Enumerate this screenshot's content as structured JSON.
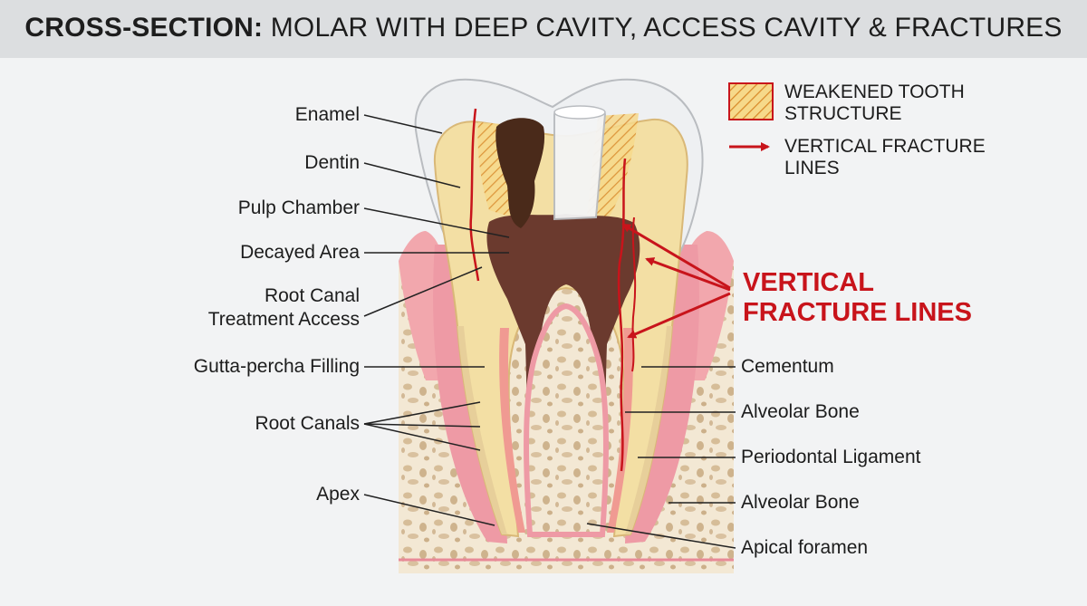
{
  "title": {
    "bold": "CROSS-SECTION:",
    "rest": " MOLAR WITH DEEP CAVITY, ACCESS CAVITY & FRACTURES"
  },
  "left_labels": [
    {
      "id": "enamel",
      "text": "Enamel"
    },
    {
      "id": "dentin",
      "text": "Dentin"
    },
    {
      "id": "pulp-chamber",
      "text": "Pulp Chamber"
    },
    {
      "id": "decayed-area",
      "text": "Decayed Area"
    },
    {
      "id": "root-canal-access",
      "text": "Root Canal\nTreatment Access"
    },
    {
      "id": "gutta-percha",
      "text": "Gutta-percha Filling"
    },
    {
      "id": "root-canals",
      "text": "Root Canals"
    },
    {
      "id": "apex",
      "text": "Apex"
    }
  ],
  "right_labels": [
    {
      "id": "cementum",
      "text": "Cementum"
    },
    {
      "id": "alveolar-bone-1",
      "text": "Alveolar Bone"
    },
    {
      "id": "periodontal-ligament",
      "text": "Periodontal Ligament"
    },
    {
      "id": "alveolar-bone-2",
      "text": "Alveolar Bone"
    },
    {
      "id": "apical-foramen",
      "text": "Apical foramen"
    }
  ],
  "legend": {
    "weakened": "WEAKENED TOOTH\nSTRUCTURE",
    "fracture": "VERTICAL FRACTURE\nLINES"
  },
  "callout": "VERTICAL\nFRACTURE LINES",
  "colors": {
    "title_bg": "#dcdee0",
    "fracture_red": "#c8141b",
    "dentin": "#f3dfa4",
    "enamel": "#eef0f2",
    "decay": "#4a2a1a",
    "pulp": "#6b3a2e",
    "gum": "#f2a7ad",
    "bone": "#f1e5cf",
    "gutta_percha": "#f09a92"
  }
}
